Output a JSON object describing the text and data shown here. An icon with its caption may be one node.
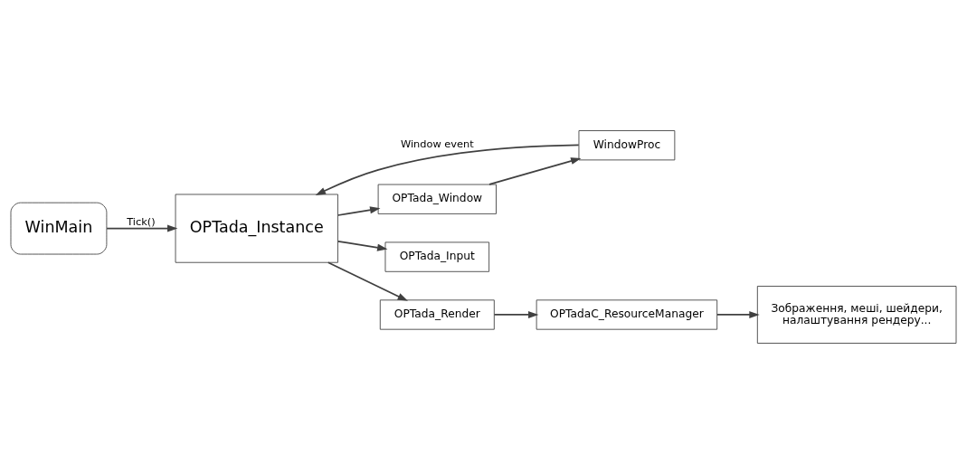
{
  "diagram": {
    "nodes": [
      {
        "text": [
          "WinMain"
        ]
      },
      {
        "text": [
          "WindowProc"
        ]
      },
      {
        "text": [
          "OPTada_Window"
        ]
      },
      {
        "text": [
          "OPTada_Instance"
        ]
      },
      {
        "text": [
          "OPTada_Input"
        ]
      },
      {
        "text": [
          "OPTada_Render"
        ]
      },
      {
        "text": [
          "OPTadaC_ResourceManager"
        ]
      },
      {
        "text": [
          "Зображення, меші, шейдери, налаштування рендеру..."
        ]
      }
    ],
    "edges": [
      {
        "from": 0,
        "to": 3,
        "arrow": "to",
        "label": "Tick()"
      },
      {
        "from": 1,
        "to": 3,
        "arrow": "to",
        "label": "Window event"
      },
      {
        "from": 2,
        "to": 1,
        "arrow": "to"
      },
      {
        "from": 3,
        "to": 2,
        "arrow": "to"
      },
      {
        "from": 3,
        "to": 4,
        "arrow": "to"
      },
      {
        "from": 3,
        "to": 5,
        "arrow": "to"
      },
      {
        "from": 5,
        "to": 6,
        "arrow": "to"
      },
      {
        "from": 6,
        "to": 7,
        "arrow": "to"
      }
    ]
  }
}
